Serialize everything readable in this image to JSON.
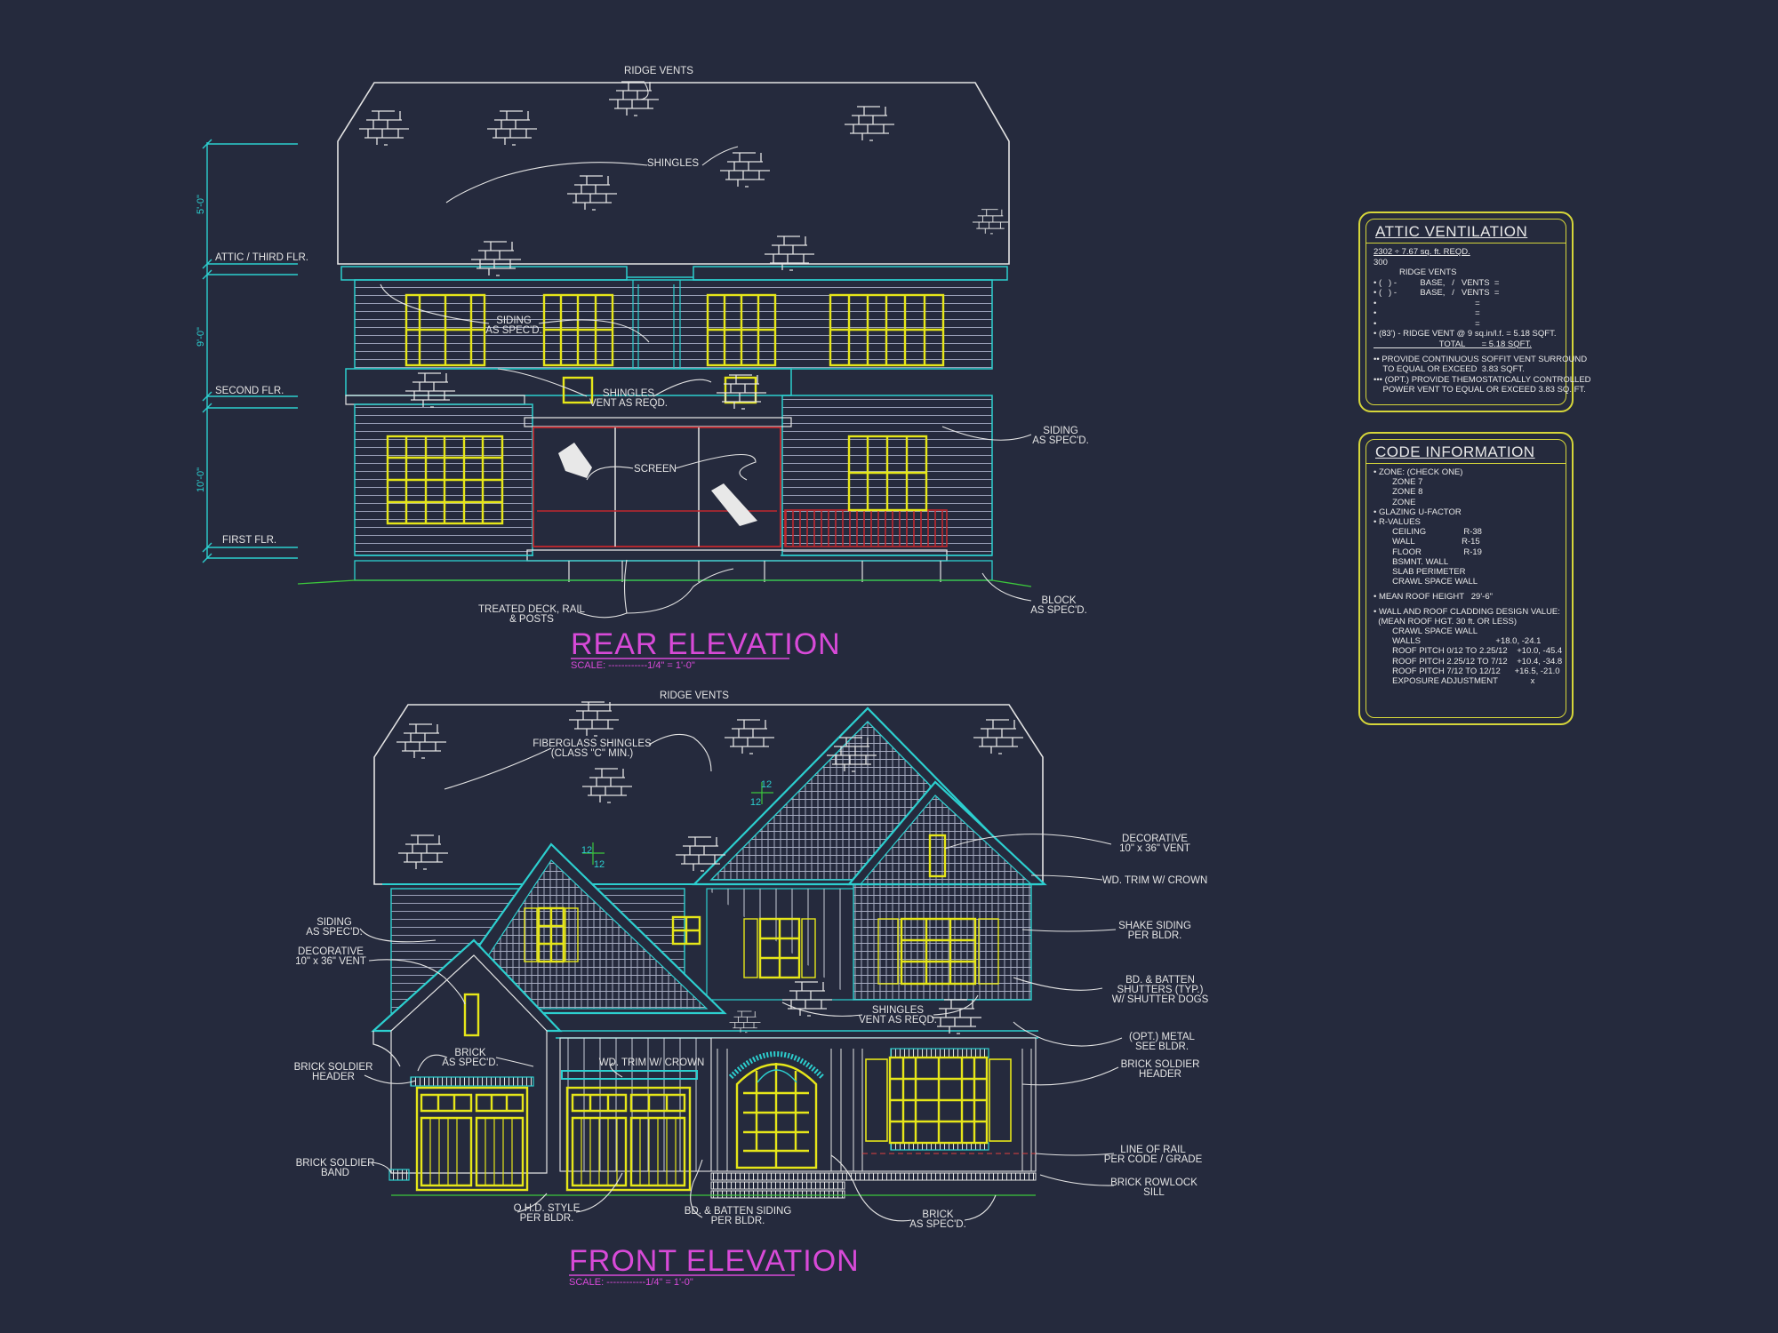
{
  "colors": {
    "background": "#252a3d",
    "walls": "#2ccfcf",
    "windows": "#e6e619",
    "linework": "#e4e4e4",
    "titles": "#d84ad8",
    "deck_rail": "#c0282e",
    "grade": "#3cc83c",
    "panel_border": "#d6d63a"
  },
  "rear": {
    "title": "REAR ELEVATION",
    "scale": "SCALE: ------------1/4\" = 1'-0\"",
    "dimensions": [
      "5'-0\"",
      "9'-0\"",
      "10'-0\""
    ],
    "levels": [
      "ATTIC / THIRD FLR.",
      "SECOND FLR.",
      "FIRST FLR."
    ],
    "labels": [
      "RIDGE VENTS",
      "SHINGLES",
      "SIDING\nAS SPEC'D.",
      "SHINGLES\nVENT AS REQD.",
      "SCREEN",
      "SIDING\nAS SPEC'D.",
      "BLOCK\nAS SPEC'D.",
      "TREATED DECK, RAIL\n& POSTS"
    ]
  },
  "front": {
    "title": "FRONT ELEVATION",
    "scale": "SCALE: ------------1/4\" = 1'-0\"",
    "pitch": [
      "12",
      "12",
      "12",
      "12"
    ],
    "labels": [
      "RIDGE VENTS",
      "FIBERGLASS SHINGLES\n(CLASS \"C\" MIN.)",
      "SIDING\nAS SPEC'D.",
      "DECORATIVE\n10\" x 36\" VENT",
      "BRICK SOLDIER\nHEADER",
      "BRICK\nAS SPEC'D.",
      "BRICK SOLDIER\nBAND",
      "WD. TRIM W/ CROWN",
      "SHINGLES\nVENT AS REQD.",
      "O.H.D. STYLE\nPER BLDR.",
      "BD. & BATTEN SIDING\nPER BLDR.",
      "BRICK\nAS SPEC'D.",
      "DECORATIVE\n10\" x 36\" VENT",
      "WD. TRIM W/ CROWN",
      "SHAKE SIDING\nPER BLDR.",
      "BD. & BATTEN\nSHUTTERS (TYP.)\nW/ SHUTTER DOGS",
      "(OPT.) METAL\nSEE BLDR.",
      "BRICK SOLDIER\nHEADER",
      "LINE OF RAIL\nPER CODE / GRADE",
      "BRICK ROWLOCK\nSILL"
    ]
  },
  "attic_ventilation": {
    "title": "ATTIC VENTILATION",
    "lines": [
      "2302 ÷ 7.67 sq. ft. REQD.",
      "300",
      "           RIDGE VENTS",
      "• (   ) -          BASE,   /   VENTS  =",
      "• (   ) -          BASE,   /   VENTS  =",
      "•                                          =",
      "•                                          =",
      "•                                          =",
      "• (83') - RIDGE VENT @ 9 sq.in/l.f. = 5.18 SQFT.",
      "                            TOTAL       = 5.18 SQFT.",
      "",
      "•• PROVIDE CONTINUOUS SOFFIT VENT SURROUND",
      "    TO EQUAL OR EXCEED  3.83 SQFT.",
      "••• (OPT.) PROVIDE THEMOSTATICALLY CONTROLLED",
      "    POWER VENT TO EQUAL OR EXCEED 3.83 SQ. FT."
    ]
  },
  "code_information": {
    "title": "CODE INFORMATION",
    "lines": [
      "• ZONE: (CHECK ONE)",
      "        ZONE 7",
      "        ZONE 8",
      "        ZONE",
      "• GLAZING U-FACTOR",
      "• R-VALUES",
      "        CEILING                R-38",
      "        WALL                    R-15",
      "        FLOOR                  R-19",
      "        BSMNT. WALL",
      "        SLAB PERIMETER",
      "        CRAWL SPACE WALL",
      "",
      "• MEAN ROOF HEIGHT   29'-6\"",
      "",
      "• WALL AND ROOF CLADDING DESIGN VALUE:",
      "  (MEAN ROOF HGT. 30 ft. OR LESS)",
      "        CRAWL SPACE WALL",
      "        WALLS                                +18.0, -24.1",
      "        ROOF PITCH 0/12 TO 2.25/12    +10.0, -45.4",
      "        ROOF PITCH 2.25/12 TO 7/12    +10.4, -34.8",
      "        ROOF PITCH 7/12 TO 12/12      +16.5, -21.0",
      "        EXPOSURE ADJUSTMENT              x"
    ]
  }
}
